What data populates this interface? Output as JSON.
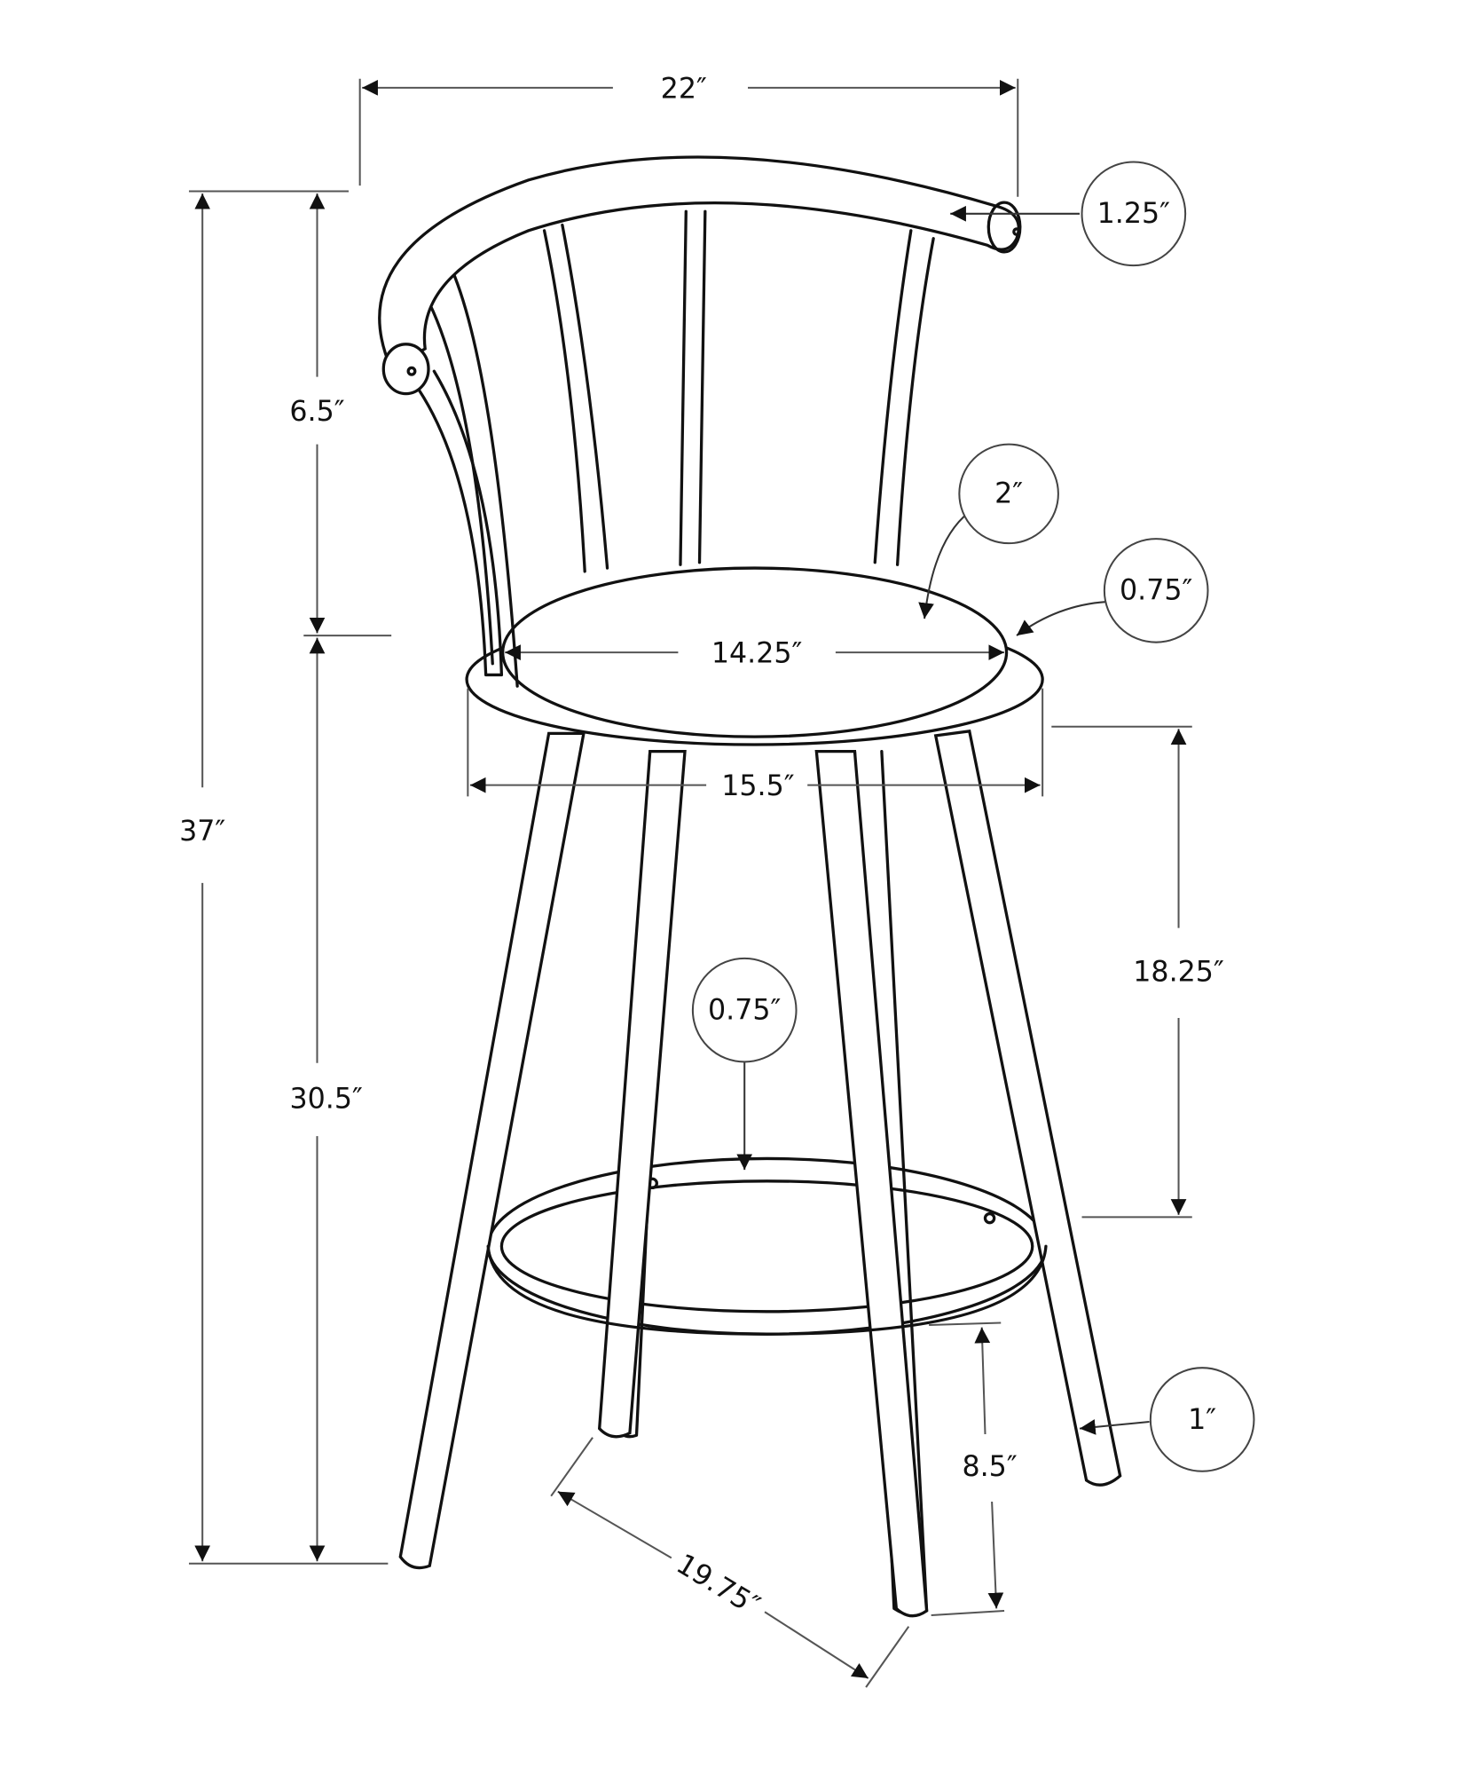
{
  "diagram": {
    "subject": "Swivel bar stool with curved backrest - dimension drawing",
    "units": "inches",
    "colors": {
      "line": "#111111",
      "dimension_line": "#555555",
      "background": "#ffffff"
    },
    "dimensions": {
      "overall_width": "22″",
      "overall_height": "37″",
      "backrest_height": "6.5″",
      "seat_height": "30.5″",
      "seat_top_diameter": "14.25″",
      "seat_ring_width": "15.5″",
      "seat_to_footrest": "18.25″",
      "footrest_height": "8.5″",
      "leg_footprint": "19.75″"
    },
    "callouts": {
      "backrest_tube": "1.25″",
      "cushion_thickness": "2″",
      "seat_ring_tube": "0.75″",
      "footrest_tube": "0.75″",
      "leg_tube": "1″"
    }
  }
}
